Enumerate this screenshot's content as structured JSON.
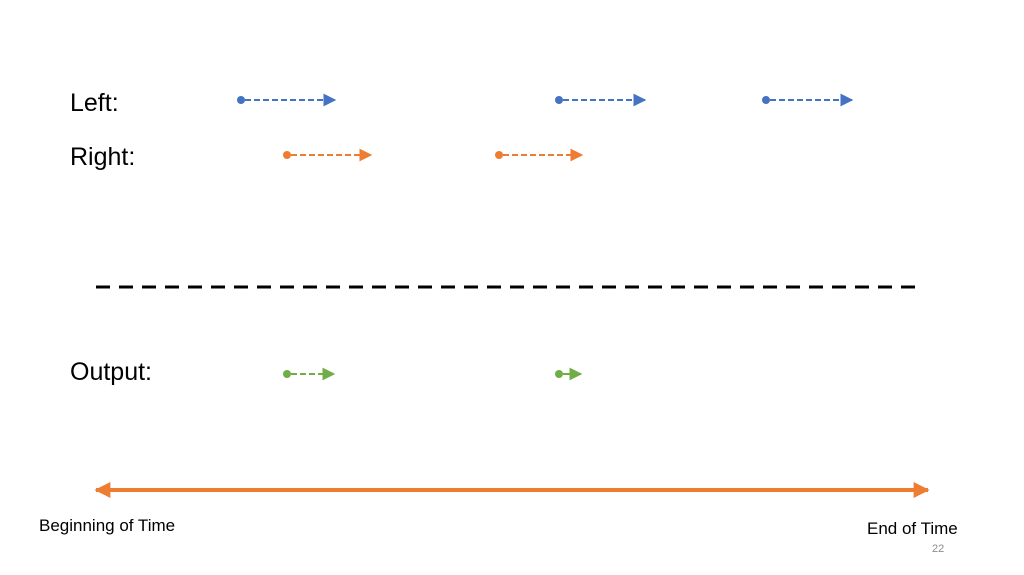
{
  "labels": {
    "left": "Left:",
    "right": "Right:",
    "output": "Output:"
  },
  "timeline": {
    "start_label": "Beginning of Time",
    "end_label": "End of Time"
  },
  "page_number": "22",
  "colors": {
    "left": "#4472C4",
    "right": "#ED7D31",
    "output": "#70AD47",
    "separator": "#000000",
    "timeline": "#ED7D31"
  }
}
